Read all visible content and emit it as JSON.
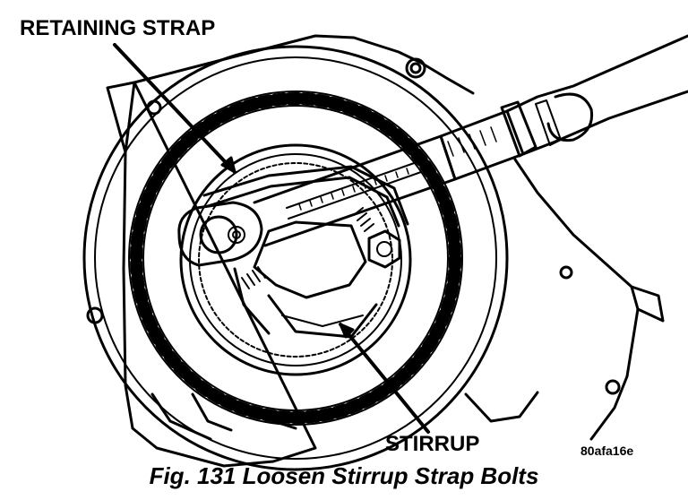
{
  "labels": {
    "retaining_strap": "RETAINING STRAP",
    "stirrup": "STIRRUP",
    "figure_id": "80afa16e"
  },
  "caption": "Fig. 131 Loosen Stirrup Strap Bolts"
}
